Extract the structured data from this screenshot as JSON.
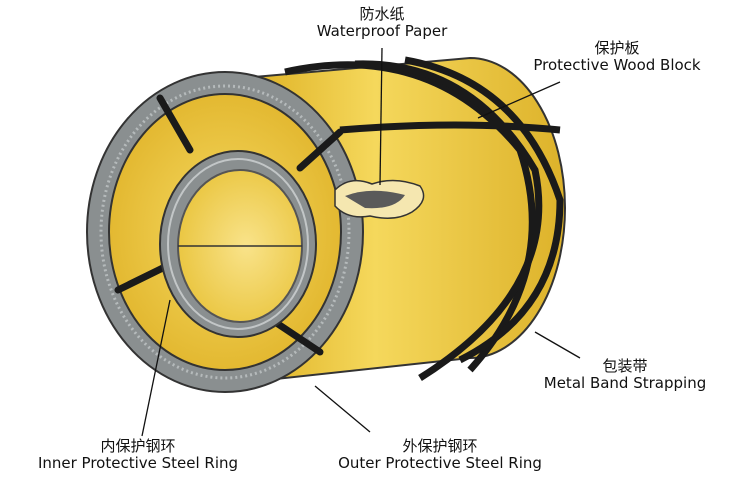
{
  "labels": {
    "waterproof_paper": {
      "cn": "防水纸",
      "en": "Waterproof Paper"
    },
    "protective_wood_block": {
      "cn": "保护板",
      "en": "Protective Wood Block"
    },
    "metal_band_strapping": {
      "cn": "包装带",
      "en": "Metal Band Strapping"
    },
    "inner_protective_steel_ring": {
      "cn": "内保护钢环",
      "en": "Inner Protective Steel Ring"
    },
    "outer_protective_steel_ring": {
      "cn": "外保护钢环",
      "en": "Outer Protective Steel Ring"
    }
  },
  "colors": {
    "coil_yellow": "#E8BF2F",
    "coil_light": "#F2D45A",
    "band_black": "#1a1a1a",
    "steel_gray": "#8a8f90",
    "paper_gray": "#5a5a5a"
  }
}
